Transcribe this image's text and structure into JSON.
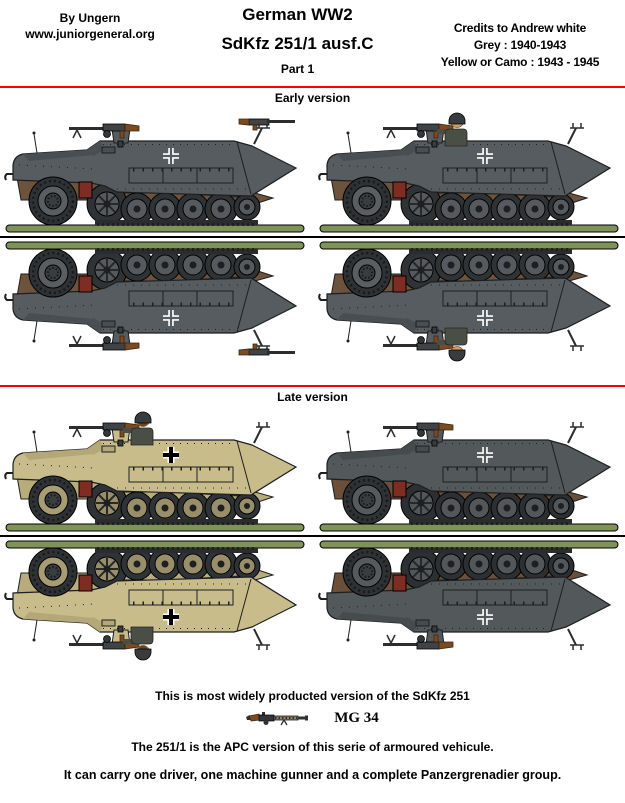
{
  "header": {
    "author_line1": "By Ungern",
    "author_line2": "www.juniorgeneral.org",
    "title": "German WW2",
    "subtitle": "SdKfz 251/1 ausf.C",
    "part": "Part 1",
    "credits": "Credits to Andrew white",
    "credit_grey": "Grey : 1940-1943",
    "credit_yellow": "Yellow or Camo : 1943 - 1945"
  },
  "sections": [
    {
      "label": "Early version"
    },
    {
      "label": "Late version"
    }
  ],
  "footer": {
    "line1": "This is most widely producted version of the SdKfz 251",
    "weapon_label": "MG 34",
    "line2": "The 251/1 is the APC version of this serie of armoured vehicule.",
    "line3": "It can carry one driver, one machine gunner and a complete Panzergrenadier group."
  },
  "palette": {
    "divider_red": "#ff0000",
    "fold_line_black": "#000000",
    "ground_green": "#7f9257"
  },
  "vehicles": [
    {
      "name": "early-grey-front-and-rear-mg",
      "section": "Early version",
      "camo": "panzer grey",
      "colors": {
        "hull": "#575c60",
        "hull2": "#494e52",
        "fender": "#6d523c",
        "wheel": "#565a5e",
        "hub": "#5a5e61",
        "track": "#303335",
        "box": "#7e2c24",
        "ground": "#7f9257",
        "uniform": "#4a4f46"
      },
      "features": {
        "front_mg": true,
        "rear_mg": true,
        "soldier": false,
        "beard": false,
        "cross": "open"
      }
    },
    {
      "name": "early-grey-with-gunner",
      "section": "Early version",
      "camo": "panzer grey",
      "colors": {
        "hull": "#575c60",
        "hull2": "#494e52",
        "fender": "#6d523c",
        "wheel": "#565a5e",
        "hub": "#5a5e61",
        "track": "#303335",
        "box": "#7e2c24",
        "ground": "#7f9257",
        "uniform": "#4a4f46"
      },
      "features": {
        "front_mg": true,
        "rear_mg": false,
        "soldier": true,
        "beard": false,
        "cross": "open"
      }
    },
    {
      "name": "late-sand-with-gunner",
      "section": "Late version",
      "camo": "dark yellow",
      "colors": {
        "hull": "#c9bc8b",
        "hull2": "#b4a778",
        "fender": "#b9ac7c",
        "wheel": "#998e6a",
        "hub": "#a89c74",
        "track": "#303335",
        "box": "#7e2c24",
        "ground": "#7f9257",
        "uniform": "#4a4f46"
      },
      "features": {
        "front_mg": true,
        "rear_mg": false,
        "soldier": true,
        "beard": true,
        "cross": "solid"
      }
    },
    {
      "name": "late-grey",
      "section": "Late version",
      "camo": "panzer grey",
      "colors": {
        "hull": "#53585b",
        "hull2": "#464b4e",
        "fender": "#6b4f39",
        "wheel": "#53575a",
        "hub": "#565a5d",
        "track": "#2d3032",
        "box": "#7e2c24",
        "ground": "#7f9257",
        "uniform": "#4a4f46"
      },
      "features": {
        "front_mg": true,
        "rear_mg": false,
        "soldier": false,
        "beard": false,
        "cross": "open"
      }
    }
  ]
}
